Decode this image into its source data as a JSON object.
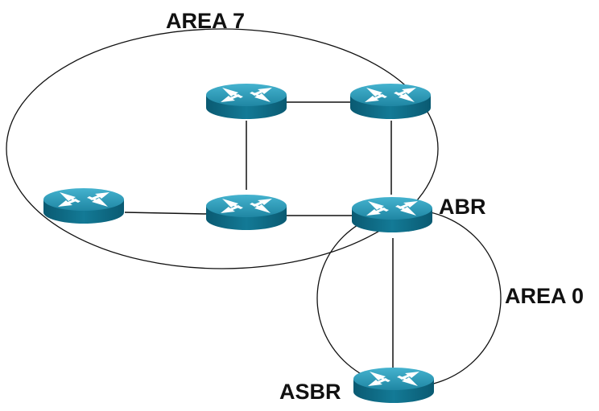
{
  "labels": {
    "area7": "AREA 7",
    "abr": "ABR",
    "area0": "AREA 0",
    "asbr": "ASBR"
  },
  "routers": [
    {
      "id": "r-top-left",
      "icon": "router-icon"
    },
    {
      "id": "r-top-right",
      "icon": "router-icon"
    },
    {
      "id": "r-left",
      "icon": "router-icon"
    },
    {
      "id": "r-center",
      "icon": "router-icon"
    },
    {
      "id": "r-abr",
      "icon": "router-icon",
      "label": "ABR"
    },
    {
      "id": "r-asbr",
      "icon": "router-icon",
      "label": "ASBR"
    }
  ],
  "links": [
    [
      "r-top-left",
      "r-top-right"
    ],
    [
      "r-top-left",
      "r-center"
    ],
    [
      "r-top-right",
      "r-abr"
    ],
    [
      "r-left",
      "r-center"
    ],
    [
      "r-center",
      "r-abr"
    ],
    [
      "r-abr",
      "r-asbr"
    ]
  ],
  "areas": [
    {
      "id": "area-7",
      "label": "AREA 7"
    },
    {
      "id": "area-0",
      "label": "AREA 0"
    }
  ],
  "colors": {
    "router_top": "#2f9bb8",
    "router_side": "#0c5f78",
    "router_arrows": "#ffffff",
    "lines": "#111111"
  }
}
